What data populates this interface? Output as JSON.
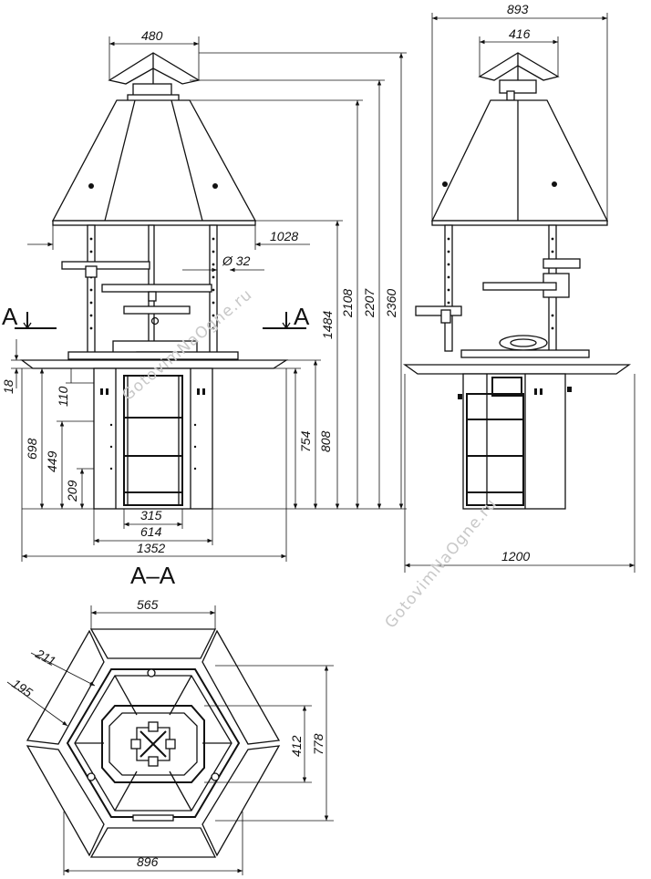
{
  "dimensions": {
    "top_width_front": "480",
    "top_width_side": "893",
    "cap_width_side": "416",
    "hood_width": "1028",
    "pipe_dia": "Ø 32",
    "h_1484": "1484",
    "h_2108": "2108",
    "h_2207": "2207",
    "h_2360": "2360",
    "h_754": "754",
    "h_808": "808",
    "h_698": "698",
    "h_449": "449",
    "h_209": "209",
    "h_110": "110",
    "h_18": "18",
    "w_315": "315",
    "w_614": "614",
    "w_1352": "1352",
    "w_1200": "1200",
    "w_565": "565",
    "w_211": "211",
    "w_195": "195",
    "w_412": "412",
    "w_778": "778",
    "w_896": "896"
  },
  "labels": {
    "section_left": "A",
    "section_right": "A",
    "section_title": "A–A"
  },
  "watermark": "GotovimNaOgne.ru",
  "colors": {
    "line": "#111111",
    "watermark": "#c8c8c8",
    "background": "#ffffff"
  }
}
